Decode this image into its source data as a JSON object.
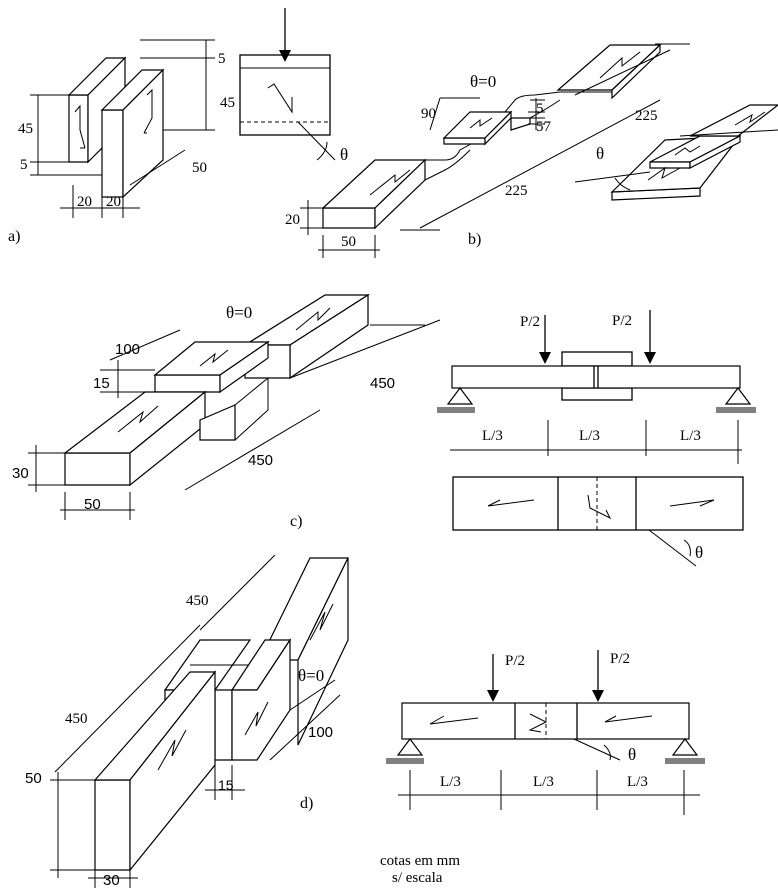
{
  "panels": {
    "a": {
      "label": "a)",
      "dims": {
        "d45_left": "45",
        "d5_left": "5",
        "d5_top": "5",
        "d45_right": "45",
        "d50": "50",
        "d20_a": "20",
        "d20_b": "20"
      },
      "theta": "θ"
    },
    "b": {
      "label": "b)",
      "theta0": "θ=0",
      "dims": {
        "d90": "90",
        "d5": "5",
        "d57": "57",
        "d225_top": "225",
        "d225_bottom": "225",
        "d20": "20",
        "d50": "50"
      },
      "theta": "θ"
    },
    "c": {
      "label": "c)",
      "theta0": "θ=0",
      "dims": {
        "d100": "100",
        "d15": "15",
        "d450_right": "450",
        "d450_bottom": "450",
        "d30": "30",
        "d50": "50"
      },
      "loads": {
        "p_left": "P/2",
        "p_right": "P/2"
      },
      "spans": [
        "L/3",
        "L/3",
        "L/3"
      ],
      "theta": "θ"
    },
    "d": {
      "label": "d)",
      "theta0": "θ=0",
      "dims": {
        "d450_top": "450",
        "d450_left": "450",
        "d100": "100",
        "d15": "15",
        "d50": "50",
        "d30": "30"
      },
      "loads": {
        "p_left": "P/2",
        "p_right": "P/2"
      },
      "spans": [
        "L/3",
        "L/3",
        "L/3"
      ],
      "theta": "θ"
    }
  },
  "notes": {
    "line1": "cotas em mm",
    "line2": "s/ escala"
  }
}
